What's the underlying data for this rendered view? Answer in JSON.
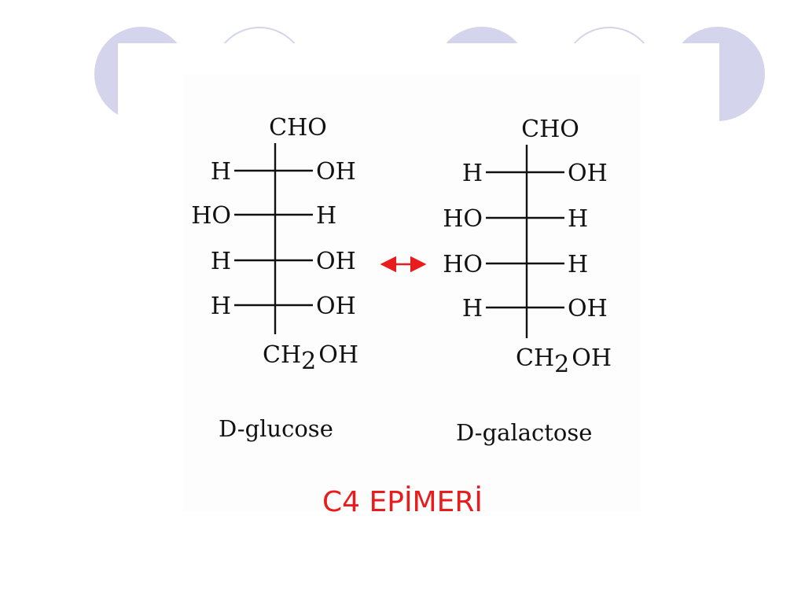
{
  "glucose": {
    "name": "D-glucose",
    "top_group": "CHO",
    "rows": [
      {
        "left": "H",
        "right": "OH"
      },
      {
        "left": "HO",
        "right": "H"
      },
      {
        "left": "H",
        "right": "OH"
      },
      {
        "left": "H",
        "right": "OH"
      }
    ],
    "bottom_group": {
      "prefix": "CH",
      "subscript": "2",
      "suffix": "OH"
    }
  },
  "galactose": {
    "name": "D-galactose",
    "top_group": "CHO",
    "rows": [
      {
        "left": "H",
        "right": "OH"
      },
      {
        "left": "HO",
        "right": "H"
      },
      {
        "left": "HO",
        "right": "H"
      },
      {
        "left": "H",
        "right": "OH"
      }
    ],
    "bottom_group": {
      "prefix": "CH",
      "subscript": "2",
      "suffix": "OH"
    }
  },
  "caption": "C4 EPİMERİ",
  "colors": {
    "accent_red": "#e81c1c",
    "decor_lavender": "#d4d4ec"
  }
}
